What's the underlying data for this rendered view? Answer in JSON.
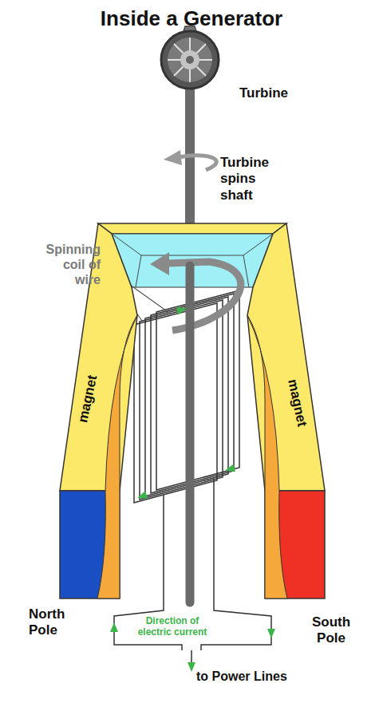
{
  "diagram": {
    "title": "Inside a Generator",
    "nodes": [
      {
        "text": [
          "magnet"
        ]
      },
      {
        "text": [
          "magnet"
        ]
      }
    ],
    "labels": [
      "Turbine",
      "Turbine spins shaft",
      "Spinning coil of wire",
      "North Pole",
      "South Pole",
      "Direction of electric current",
      "to Power Lines"
    ]
  }
}
